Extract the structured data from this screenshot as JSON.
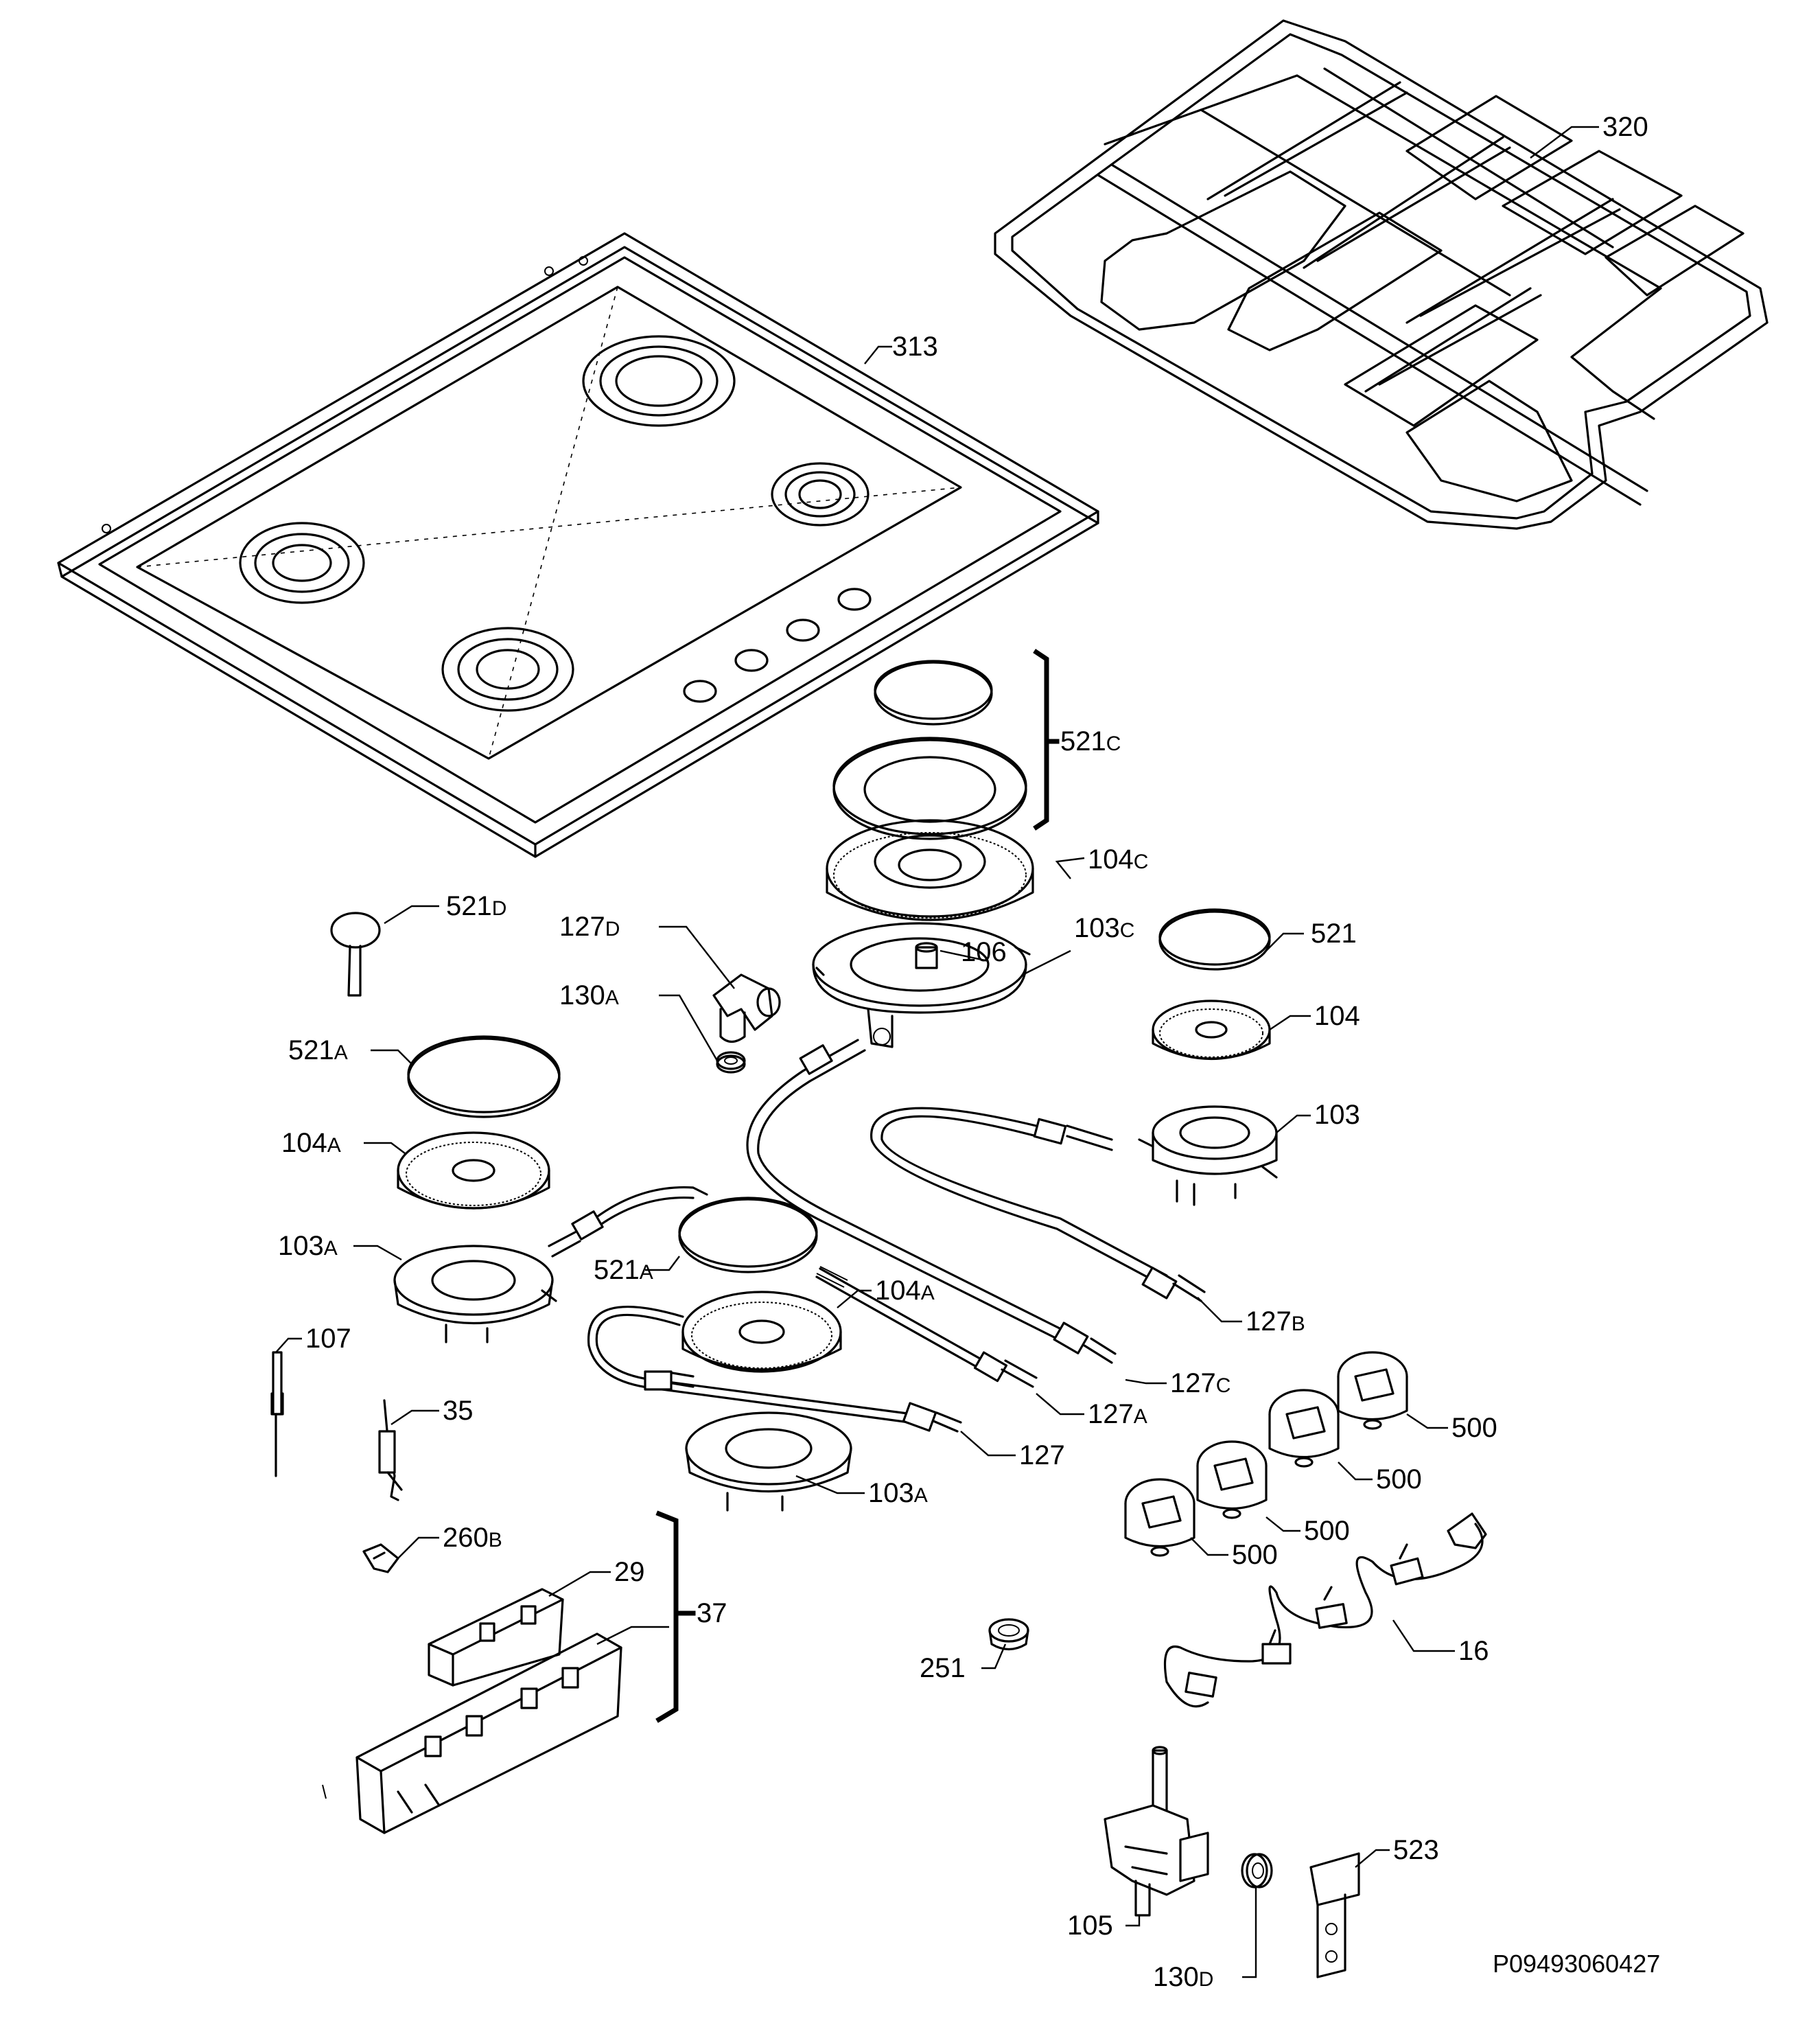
{
  "labels": {
    "l320": "320",
    "l313": "313",
    "l521c": "521",
    "l521c_s": "C",
    "l104c": "104",
    "l104c_s": "C",
    "l521d": "521",
    "l521d_s": "D",
    "l127d": "127",
    "l127d_s": "D",
    "l106": "106",
    "l103c": "103",
    "l103c_s": "C",
    "l521": "521",
    "l130a": "130",
    "l130a_s": "A",
    "l104": "104",
    "l521a1": "521",
    "l521a1_s": "A",
    "l103": "103",
    "l104a1": "104",
    "l104a1_s": "A",
    "l103a1": "103",
    "l103a1_s": "A",
    "l521a2": "521",
    "l521a2_s": "A",
    "l104a2": "104",
    "l104a2_s": "A",
    "l127b": "127",
    "l127b_s": "B",
    "l107": "107",
    "l127c": "127",
    "l127c_s": "C",
    "l35": "35",
    "l127a": "127",
    "l127a_s": "A",
    "l500a": "500",
    "l127": "127",
    "l500b": "500",
    "l103a2": "103",
    "l103a2_s": "A",
    "l500c": "500",
    "l260b": "260",
    "l260b_s": "B",
    "l500d": "500",
    "l29": "29",
    "l37": "37",
    "l16": "16",
    "l251": "251",
    "l523": "523",
    "l105": "105",
    "l130d": "130",
    "l130d_s": "D",
    "code": "P09493060427"
  }
}
